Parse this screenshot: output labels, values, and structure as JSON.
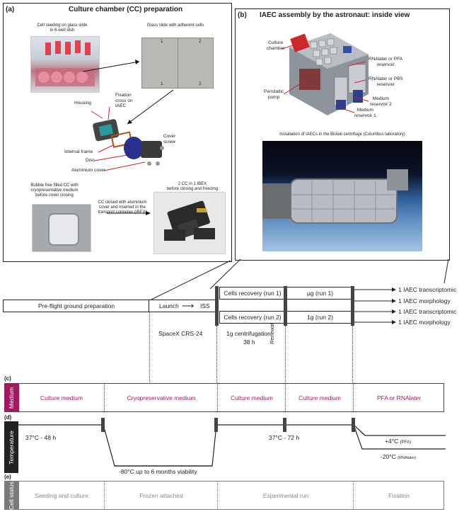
{
  "panel_a": {
    "letter": "(a)",
    "title": "Culture chamber (CC) preparation",
    "cell_seeding": "Cell seeding on glass slide\nin 6-well dish",
    "glass_slide": "Glass slide with adherent cells",
    "slide_num_1": "1",
    "slide_num_2": "2",
    "housing": "Housing",
    "fixation_cross": "Fixation\ncross on\nIAEC",
    "internal_frame": "Internal frame",
    "disc": "Disc",
    "aluminium_cover": "Aluminium cover",
    "cover_screw": "Cover\nscrew",
    "bubble_free": "Bubble free filled CC with\ncryopreservative medium\nbefore cover closing",
    "cc_closed": "CC closed with aluminium\ncover and inserted in the\ntransport container (IBEX)",
    "two_cc": "2 CC in 1 IBEX\nbefore closing and freezing"
  },
  "panel_b": {
    "letter": "(b)",
    "title": "IAEC assembly by the astronaut: inside view",
    "culture_chamber": "Culture\nchamber",
    "rnalater_pfa": "RNAlater or PFA\nreservoir",
    "rnalater_pbs": "RNAlater or PBS\nreservoir",
    "peristaltic": "Peristaltic\npump",
    "medium_res_2": "Medium\nreservoir 2",
    "medium_res_1": "Medium\nreservoir 1",
    "installation": "Installation of IAECs in the Biolab centrifuge (Columbus laboratory)"
  },
  "timeline": {
    "preflight": "Pre-flight ground preparation",
    "launch": "Launch",
    "iss": "ISS",
    "spacex": "SpaceX CRS-24",
    "centrifugation": "1g centrifugation",
    "centrifugation_time": "38 h",
    "run1_recovery": "Cells recovery (run 1)",
    "run1_cond": "µg (run 1)",
    "run2_recovery": "Cells recovery (run 2)",
    "run2_cond": "1g (run 2)",
    "renewal": "Renewal",
    "out_1": "1 IAEC transcriptomic",
    "out_2": "1 IAEC morphology",
    "out_3": "1 IAEC transcriptomic",
    "out_4": "1 IAEC morphology"
  },
  "medium": {
    "letter": "(c)",
    "label": "Medium",
    "color": "#a3185f",
    "cells": [
      "Culture medium",
      "Cryopreservative medium",
      "Culture medium",
      "Culture medium",
      "PFA or RNAlater"
    ]
  },
  "temperature": {
    "letter": "(d)",
    "label": "Temperature",
    "color": "#222222",
    "t1": "37°C - 48 h",
    "t2": "-80°C up to 6 months viability",
    "t3": "37°C - 72 h",
    "t4": "+4°C",
    "t4_sub": "(PFA)",
    "t5": "-20°C",
    "t5_sub": "(RNAlater)"
  },
  "cell_status": {
    "letter": "(e)",
    "label": "Cell status",
    "color": "#7a7a7a",
    "cells": [
      "Seeding and culture",
      "Frozen attached",
      "Experimental run",
      "Fixation"
    ]
  }
}
